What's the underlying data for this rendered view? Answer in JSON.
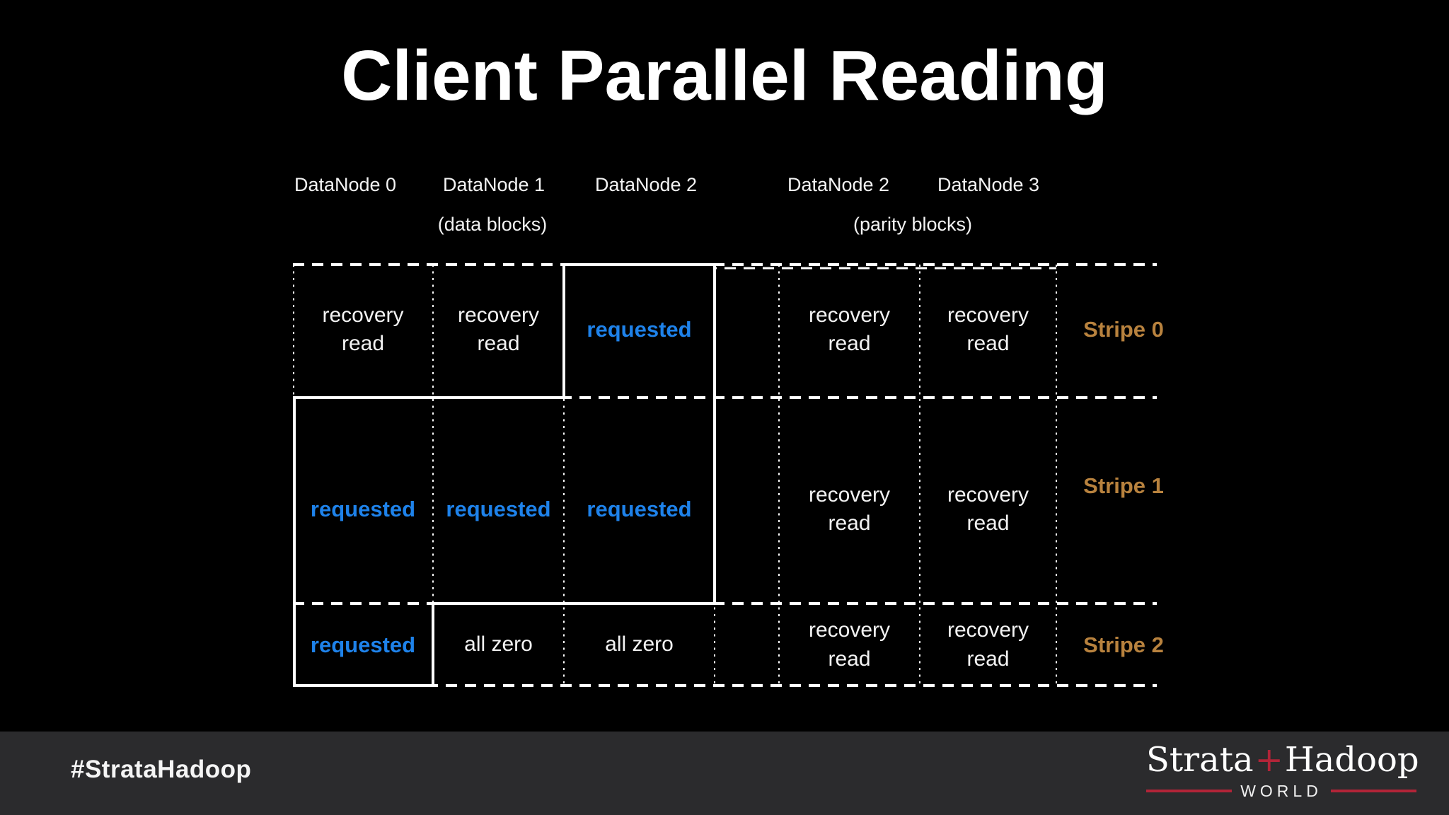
{
  "title": "Client Parallel Reading",
  "header": {
    "columns": [
      "DataNode 0",
      "DataNode 1",
      "DataNode 2",
      "DataNode 2",
      "DataNode 3"
    ],
    "groups": {
      "data": "(data blocks)",
      "parity": "(parity blocks)"
    }
  },
  "grid": {
    "stripes": [
      {
        "label": "Stripe 0",
        "cells": [
          "recovery\nread",
          "recovery\nread",
          "requested",
          "recovery\nread",
          "recovery\nread"
        ]
      },
      {
        "label": "Stripe 1",
        "cells": [
          "requested",
          "requested",
          "requested",
          "recovery\nread",
          "recovery\nread"
        ]
      },
      {
        "label": "Stripe 2",
        "cells": [
          "requested",
          "all zero",
          "all zero",
          "recovery\nread",
          "recovery\nread"
        ]
      }
    ]
  },
  "colors": {
    "requested_blue": "#1e82ea",
    "stripe_label_tan": "#b8823e",
    "logo_red": "#b22438",
    "footer_bg": "#2b2b2d"
  },
  "footer": {
    "hashtag": "#StrataHadoop",
    "logo": {
      "strata": "Strata",
      "plus": "+",
      "hadoop": "Hadoop",
      "world": "WORLD"
    }
  }
}
